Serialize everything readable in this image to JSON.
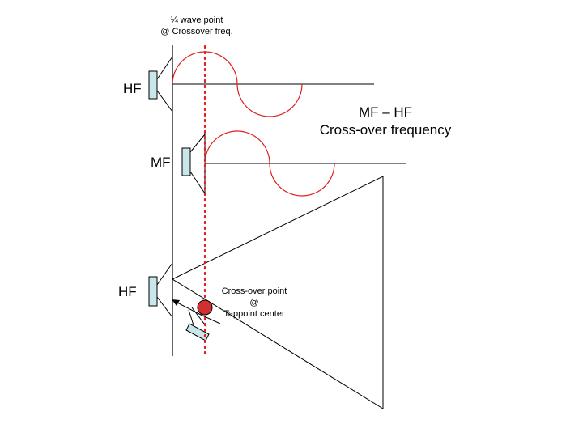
{
  "diagram": {
    "top_annotation": {
      "line1": "¼ wave point",
      "line2": "@ Crossover freq."
    },
    "speakers": {
      "hf_top_label": "HF",
      "mf_label": "MF",
      "hf_bottom_label": "HF"
    },
    "title": {
      "line1": "MF – HF",
      "line2": "Cross-over frequency"
    },
    "crossover_annotation": {
      "line1": "Cross-over point",
      "line2": "@",
      "line3": "Tappoint center"
    },
    "colors": {
      "wave": "#e02020",
      "dotted_line": "#e02020",
      "speaker_fill": "#c9e6ea",
      "crossover_point": "#d03030",
      "lines": "#000000"
    }
  }
}
